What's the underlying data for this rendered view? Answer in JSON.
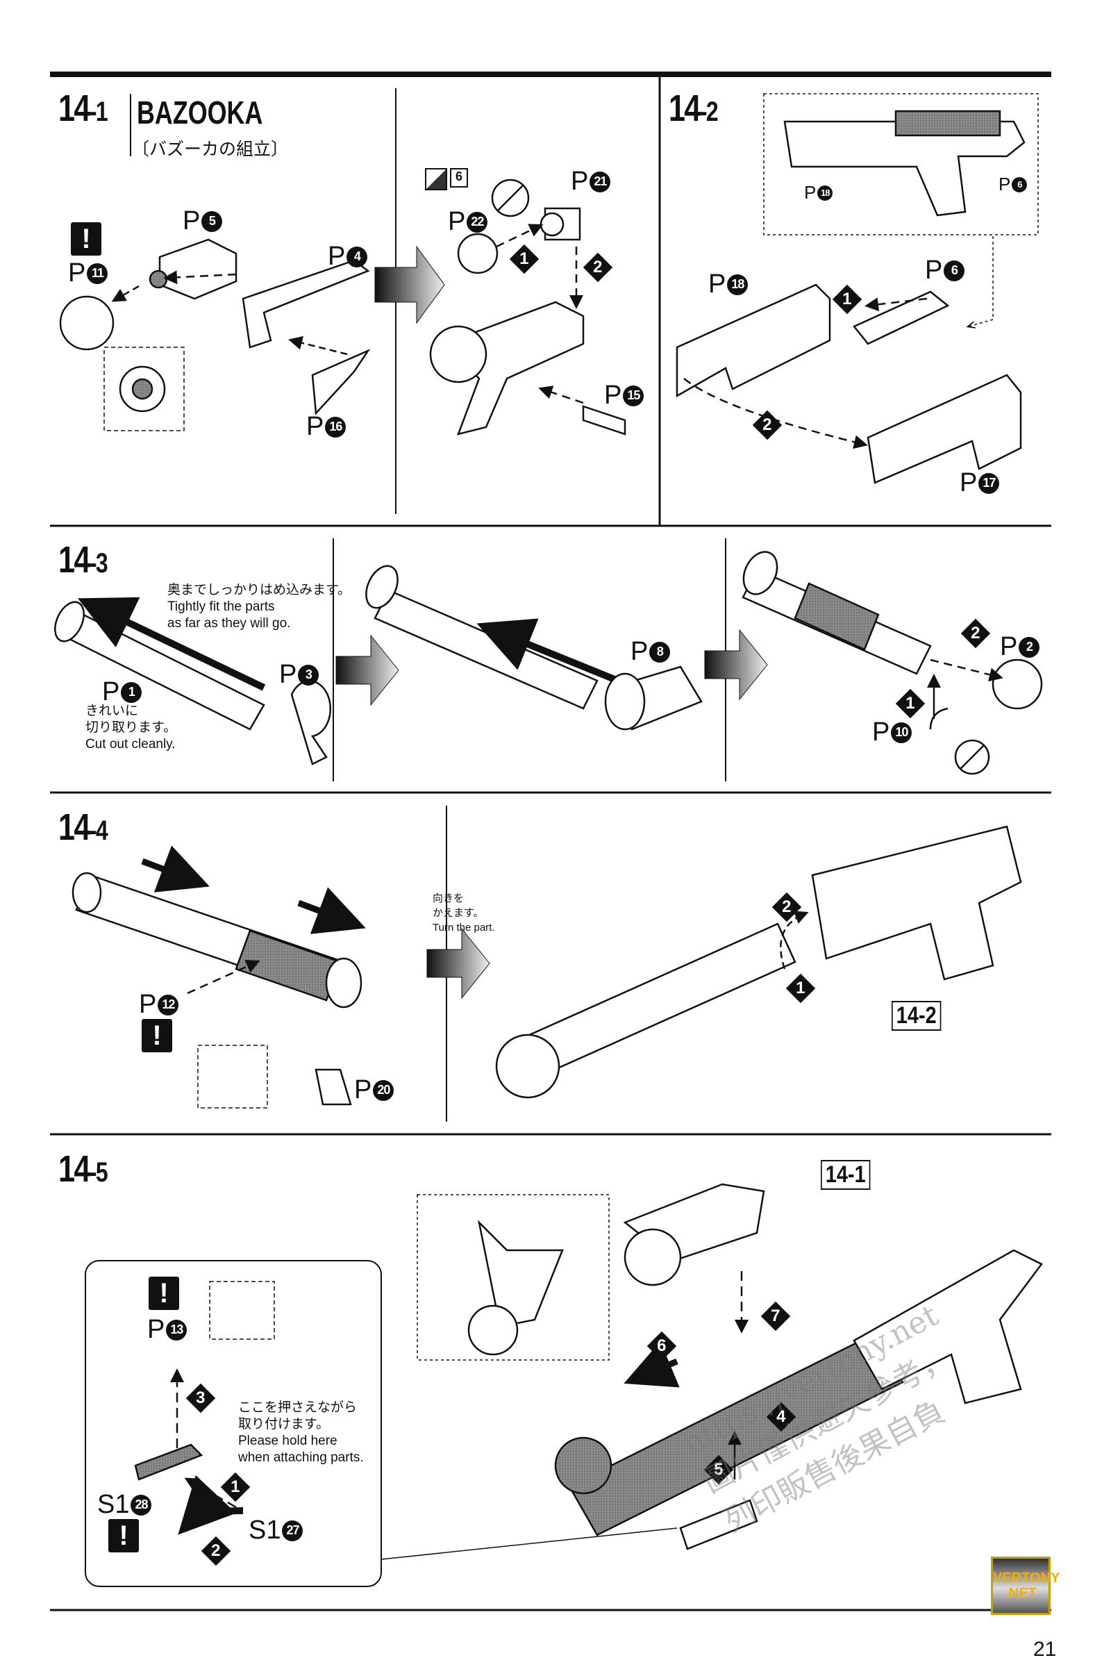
{
  "page_number": "21",
  "steps": {
    "s14_1": {
      "prefix": "14",
      "suffix": "-1",
      "title": "BAZOOKA",
      "subtitle_jp": "〔バズーカの組立〕"
    },
    "s14_2": {
      "prefix": "14",
      "suffix": "-2"
    },
    "s14_3": {
      "prefix": "14",
      "suffix": "-3"
    },
    "s14_4": {
      "prefix": "14",
      "suffix": "-4"
    },
    "s14_5": {
      "prefix": "14",
      "suffix": "-5"
    }
  },
  "parts": {
    "p5": {
      "runner": "P",
      "num": "5"
    },
    "p4": {
      "runner": "P",
      "num": "4"
    },
    "p11": {
      "runner": "P",
      "num": "11"
    },
    "p16": {
      "runner": "P",
      "num": "16"
    },
    "p22": {
      "runner": "P",
      "num": "22"
    },
    "p21": {
      "runner": "P",
      "num": "21"
    },
    "p15": {
      "runner": "P",
      "num": "15"
    },
    "p18_small": {
      "runner": "P",
      "num": "18"
    },
    "p6_small": {
      "runner": "P",
      "num": "6"
    },
    "p18": {
      "runner": "P",
      "num": "18"
    },
    "p6": {
      "runner": "P",
      "num": "6"
    },
    "p17": {
      "runner": "P",
      "num": "17"
    },
    "p1": {
      "runner": "P",
      "num": "1"
    },
    "p3": {
      "runner": "P",
      "num": "3"
    },
    "p8": {
      "runner": "P",
      "num": "8"
    },
    "p2": {
      "runner": "P",
      "num": "2"
    },
    "p10": {
      "runner": "P",
      "num": "10"
    },
    "p12": {
      "runner": "P",
      "num": "12"
    },
    "p20": {
      "runner": "P",
      "num": "20"
    },
    "p13": {
      "runner": "P",
      "num": "13"
    },
    "s1_28": {
      "runner": "S1",
      "num": "28"
    },
    "s1_27": {
      "runner": "S1",
      "num": "27"
    }
  },
  "order_markers": {
    "a1": "1",
    "a2": "2",
    "b1": "1",
    "b2": "2",
    "c2": "2",
    "c1": "1",
    "d2": "2",
    "d1": "1",
    "e6": "6",
    "e7": "7",
    "e4": "4",
    "e5": "5",
    "f3": "3",
    "f1": "1",
    "f2": "2"
  },
  "notes": {
    "fit_jp": "奥までしっかりはめ込みます。",
    "fit_en_1": "Tightly fit the parts",
    "fit_en_2": "as far as they will go.",
    "cut_jp_1": "きれいに",
    "cut_jp_2": "切り取ります。",
    "cut_en": "Cut out cleanly.",
    "turn_jp_1": "向きを",
    "turn_jp_2": "かえます。",
    "turn_en": "Turn the part.",
    "hold_jp_1": "ここを押さえながら",
    "hold_jp_2": "取り付けます。",
    "hold_en_1": "Please hold here",
    "hold_en_2": "when attaching parts.",
    "paint_ref": "6"
  },
  "warning_symbol": "!",
  "ref_boxes": {
    "r14_2": "14-2",
    "r14_1": "14-1"
  },
  "watermark": {
    "line1": "https://vertony.net",
    "line2": "圖片僅供避失參考，",
    "line3": "列印販售後果自負"
  },
  "logo": {
    "line1": "VERTONY",
    "line2": ".NET"
  },
  "colors": {
    "ink": "#111111",
    "part_gray": "#7a7a7a",
    "logo_gold": "#f3b000"
  }
}
